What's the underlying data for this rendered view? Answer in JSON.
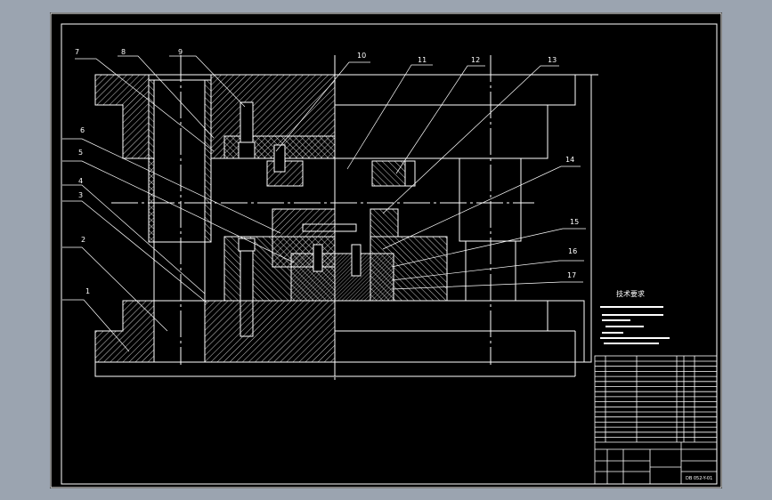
{
  "drawing": {
    "background_color": "#000000",
    "line_color": "#ffffff",
    "part_labels": [
      "1",
      "2",
      "3",
      "4",
      "5",
      "6",
      "7",
      "8",
      "9",
      "10",
      "11",
      "12",
      "13",
      "14",
      "15",
      "16",
      "17"
    ],
    "tech_requirements_title": "技术要求",
    "drawing_number": "DB 052-Y-01"
  }
}
